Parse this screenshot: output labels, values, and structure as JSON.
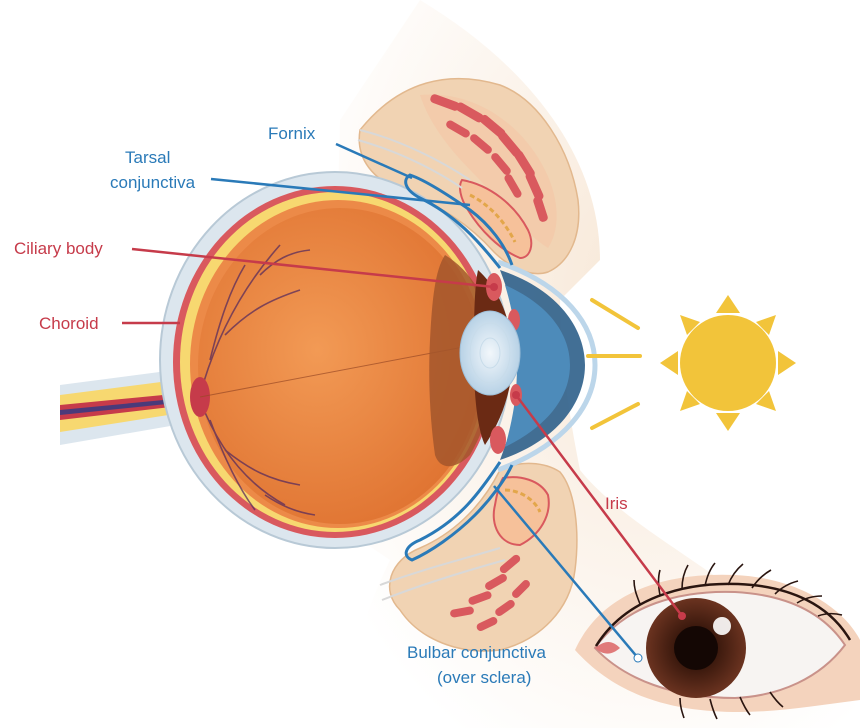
{
  "labels": {
    "fornix": "Fornix",
    "tarsal_line1": "Tarsal",
    "tarsal_line2": "conjunctiva",
    "ciliary_body": "Ciliary body",
    "choroid": "Choroid",
    "iris": "Iris",
    "bulbar_line1": "Bulbar conjunctiva",
    "bulbar_line2": "(over sclera)"
  },
  "colors": {
    "conjunctiva_label": "#2a7ab8",
    "uvea_label": "#c63b4a",
    "eyeball": "#e8843c",
    "sclera_wall": "#f7d870",
    "skin": "#f4dcc0",
    "sun": "#f2c43a",
    "iris_front": "#5a2a18"
  },
  "icons": [
    "sun-icon",
    "front-eye-illustration",
    "eye-cross-section-illustration"
  ]
}
